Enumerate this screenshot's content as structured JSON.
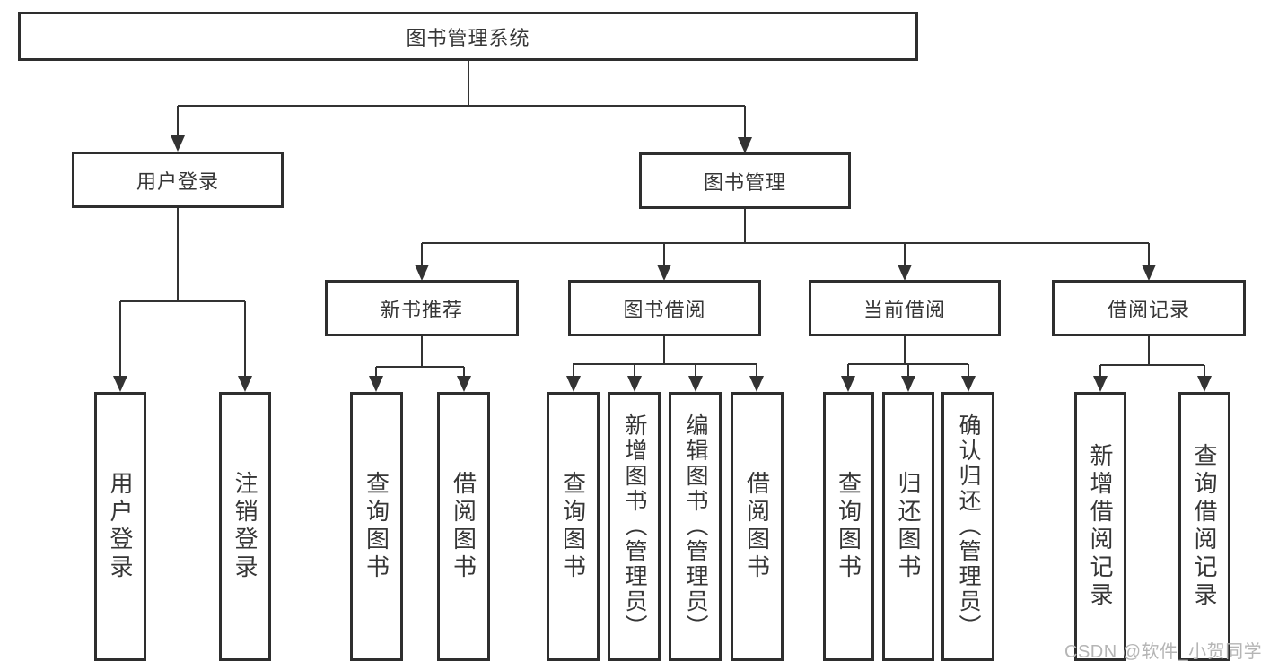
{
  "colors": {
    "line": "#333333",
    "box_border": "#2e2e2e",
    "text": "#363636",
    "watermark": "#b5b5b5",
    "background": "#ffffff"
  },
  "watermark": {
    "text": "CSDN @软件_小贺同学"
  },
  "tree": {
    "label": "图书管理系统",
    "children": [
      {
        "label": "用户登录",
        "children": [
          {
            "label": "用户登录"
          },
          {
            "label": "注销登录"
          }
        ]
      },
      {
        "label": "图书管理",
        "children": [
          {
            "label": "新书推荐",
            "children": [
              {
                "label": "查询图书"
              },
              {
                "label": "借阅图书"
              }
            ]
          },
          {
            "label": "图书借阅",
            "children": [
              {
                "label": "查询图书"
              },
              {
                "label": "新增图书（管理员）"
              },
              {
                "label": "编辑图书（管理员）"
              },
              {
                "label": "借阅图书"
              }
            ]
          },
          {
            "label": "当前借阅",
            "children": [
              {
                "label": "查询图书"
              },
              {
                "label": "归还图书"
              },
              {
                "label": "确认归还（管理员）"
              }
            ]
          },
          {
            "label": "借阅记录",
            "children": [
              {
                "label": "新增借阅记录"
              },
              {
                "label": "查询借阅记录"
              }
            ]
          }
        ]
      }
    ]
  }
}
